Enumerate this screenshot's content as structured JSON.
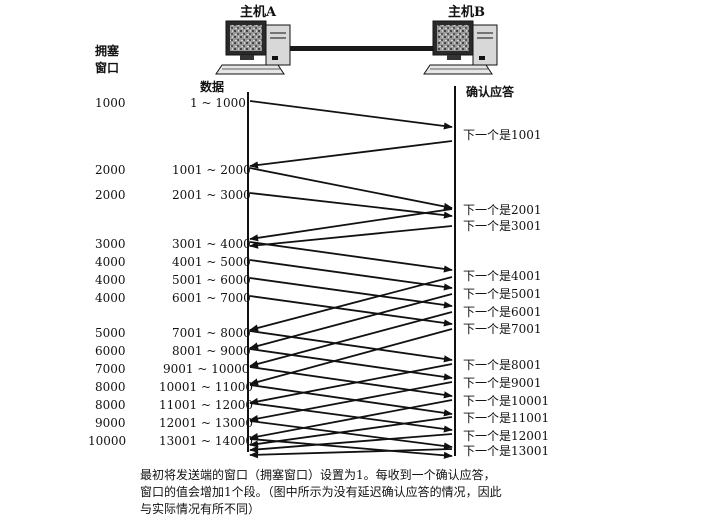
{
  "hosts": {
    "a_label": "主机A",
    "b_label": "主机B"
  },
  "headers": {
    "cwnd_line1": "拥塞",
    "cwnd_line2": "窗口",
    "data": "数据",
    "ack": "确认应答"
  },
  "sends": [
    {
      "cwnd": "1000",
      "range": "1 ~ 1000"
    },
    {
      "cwnd": "2000",
      "range": "1001 ~ 2000"
    },
    {
      "cwnd": "2000",
      "range": "2001 ~ 3000"
    },
    {
      "cwnd": "3000",
      "range": "3001 ~ 4000"
    },
    {
      "cwnd": "4000",
      "range": "4001 ~ 5000"
    },
    {
      "cwnd": "4000",
      "range": "5001 ~ 6000"
    },
    {
      "cwnd": "4000",
      "range": "6001 ~ 7000"
    },
    {
      "cwnd": "5000",
      "range": "7001 ~ 8000"
    },
    {
      "cwnd": "6000",
      "range": "8001 ~ 9000"
    },
    {
      "cwnd": "7000",
      "range": "9001 ~ 10000"
    },
    {
      "cwnd": "8000",
      "range": "10001 ~ 11000"
    },
    {
      "cwnd": "8000",
      "range": "11001 ~ 12000"
    },
    {
      "cwnd": "9000",
      "range": "12001 ~ 13000"
    },
    {
      "cwnd": "10000",
      "range": "13001 ~ 14000"
    }
  ],
  "acks": [
    "下一个是1001",
    "下一个是2001",
    "下一个是3001",
    "下一个是4001",
    "下一个是5001",
    "下一个是6001",
    "下一个是7001",
    "下一个是8001",
    "下一个是9001",
    "下一个是10001",
    "下一个是11001",
    "下一个是12001",
    "下一个是13001"
  ],
  "caption": [
    "最初将发送端的窗口（拥塞窗口）设置为1。每收到一个确认应答，",
    "窗口的值会增加1个段。（图中所示为没有延迟确认应答的情况，因此",
    "与实际情况有所不同）"
  ]
}
